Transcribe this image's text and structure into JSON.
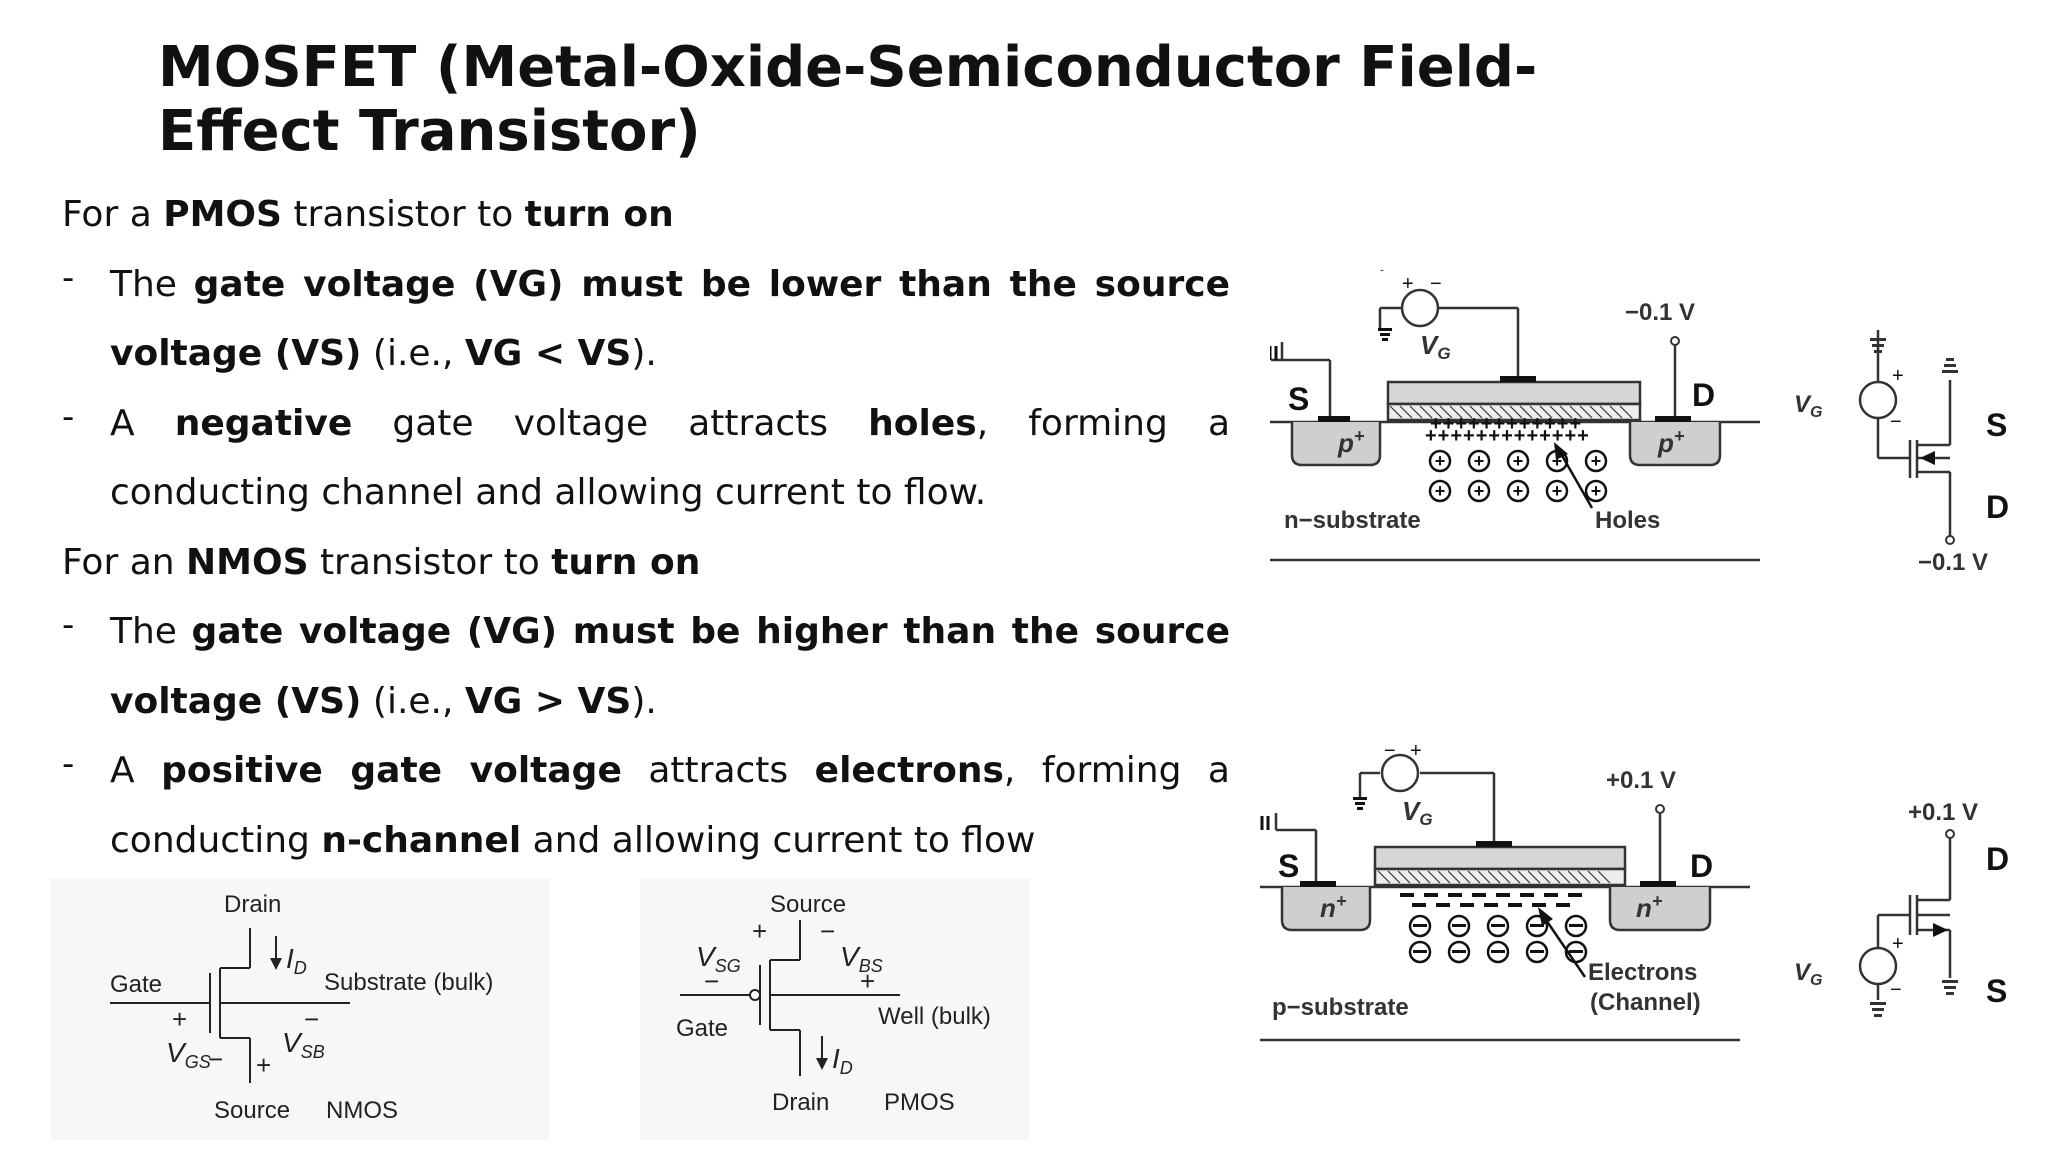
{
  "title": "MOSFET (Metal-Oxide-Semiconductor Field-Effect Transistor)",
  "pmos": {
    "heading_pre": "For a ",
    "heading_bold1": "PMOS",
    "heading_mid": " transistor to ",
    "heading_bold2": "turn on",
    "b1_pre": "The ",
    "b1_bold1": "gate voltage (VG) must be lower than the source voltage (VS)",
    "b1_mid": " (i.e., ",
    "b1_bold2": "VG < VS",
    "b1_post": ").",
    "b2_pre": "A ",
    "b2_bold1": "negative",
    "b2_mid1": " gate voltage attracts ",
    "b2_bold2": "holes",
    "b2_post": ", forming a conducting channel and allowing current to flow."
  },
  "nmos": {
    "heading_pre": "For an ",
    "heading_bold1": "NMOS",
    "heading_mid": " transistor to ",
    "heading_bold2": "turn on",
    "b1_pre": "The ",
    "b1_bold1": "gate voltage (VG) must be higher than the source voltage (VS)",
    "b1_mid": " (i.e., ",
    "b1_bold2": "VG > VS",
    "b1_post": ").",
    "b2_pre": "A ",
    "b2_bold1": "positive gate voltage",
    "b2_mid1": " attracts ",
    "b2_bold2": "electrons",
    "b2_mid2": ", forming a conducting ",
    "b2_bold3": "n-channel",
    "b2_post": " and allowing current to flow"
  },
  "fig_pmos_cross": {
    "drain_v": "−0.1 V",
    "vg": "V",
    "vg_sub": "G",
    "s": "S",
    "d": "D",
    "p_plus": "p",
    "plus": "+",
    "substrate": "n−substrate",
    "carriers": "Holes"
  },
  "fig_pmos_symbol": {
    "vg": "V",
    "vg_sub": "G",
    "s": "S",
    "d": "D",
    "drain_v": "−0.1 V"
  },
  "fig_nmos_cross": {
    "drain_v": "+0.1 V",
    "vg": "V",
    "vg_sub": "G",
    "s": "S",
    "d": "D",
    "n_plus": "n",
    "plus": "+",
    "substrate": "p−substrate",
    "carriers1": "Electrons",
    "carriers2": "(Channel)"
  },
  "fig_nmos_symbol": {
    "vg": "V",
    "vg_sub": "G",
    "s": "S",
    "d": "D",
    "drain_v": "+0.1 V"
  },
  "fig_nmos_bottom": {
    "drain": "Drain",
    "gate": "Gate",
    "source": "Source",
    "substrate": "Substrate (bulk)",
    "id": "I",
    "id_sub": "D",
    "vgs": "V",
    "vgs_sub": "GS",
    "vsb": "V",
    "vsb_sub": "SB",
    "plus": "+",
    "minus": "−",
    "label": "NMOS"
  },
  "fig_pmos_bottom": {
    "source": "Source",
    "gate": "Gate",
    "drain": "Drain",
    "well": "Well (bulk)",
    "vsg": "V",
    "vsg_sub": "SG",
    "vbs": "V",
    "vbs_sub": "BS",
    "id": "I",
    "id_sub": "D",
    "plus": "+",
    "minus": "−",
    "label": "PMOS"
  }
}
